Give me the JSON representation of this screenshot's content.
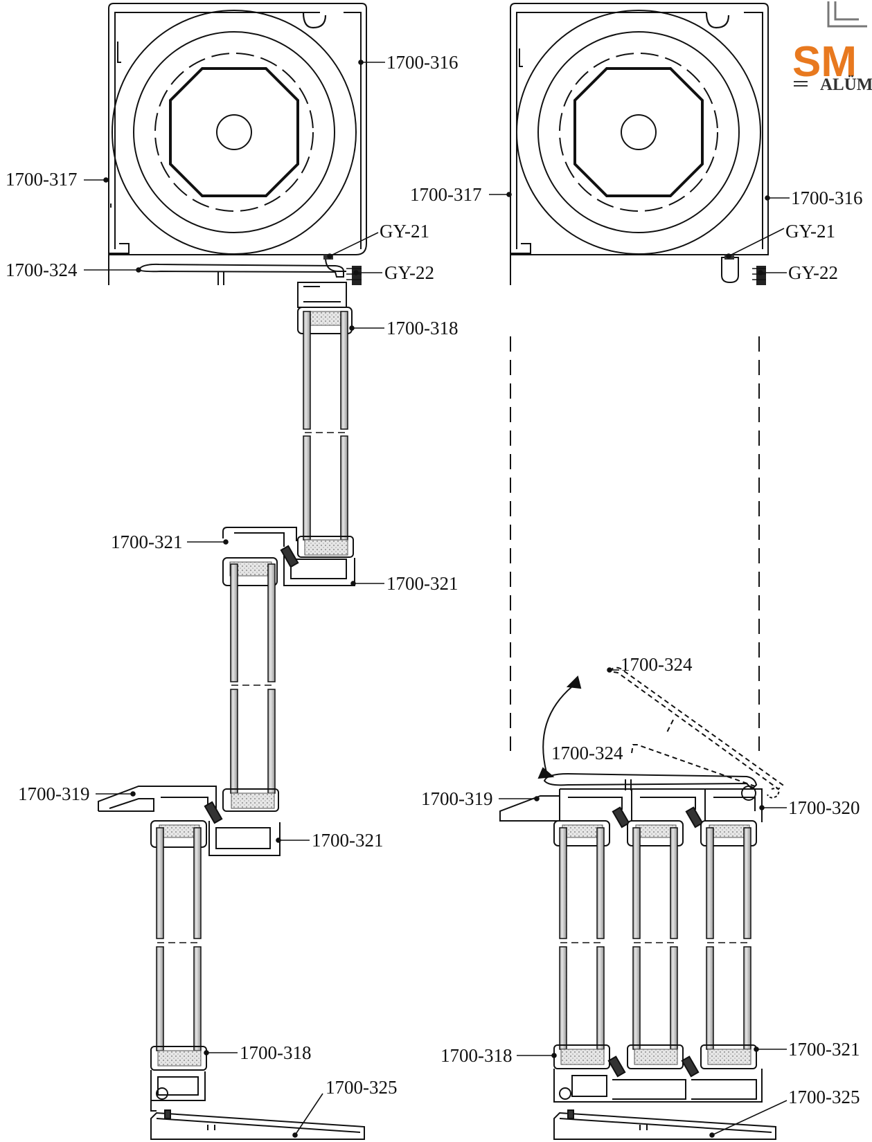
{
  "brand": {
    "logo_main": "SM",
    "logo_sub": "ALÜM",
    "accent_color": "#e8791f",
    "line_color": "#111111",
    "glass_fill": "#c6c6c6",
    "gasket_fill": "#d9d9d9"
  },
  "callouts": {
    "left_top_right": "1700-316",
    "left_top_left": "1700-317",
    "left_gy21": "GY-21",
    "left_rail": "1700-324",
    "left_gy22": "GY-22",
    "left_frame_top": "1700-318",
    "left_mid_left": "1700-321",
    "left_mid_right": "1700-321",
    "left_sill": "1700-319",
    "left_low_right": "1700-321",
    "left_frame_bottom": "1700-318",
    "left_bottom_rail": "1700-325",
    "right_top_left": "1700-317",
    "right_top_right": "1700-316",
    "right_gy21": "GY-21",
    "right_gy22": "GY-22",
    "right_rail_raised": "1700-324",
    "right_rail_mid": "1700-324",
    "right_sill": "1700-319",
    "right_profile": "1700-320",
    "right_frame_bottom": "1700-318",
    "right_frame_bottom_right": "1700-321",
    "right_bottom_rail": "1700-325"
  }
}
